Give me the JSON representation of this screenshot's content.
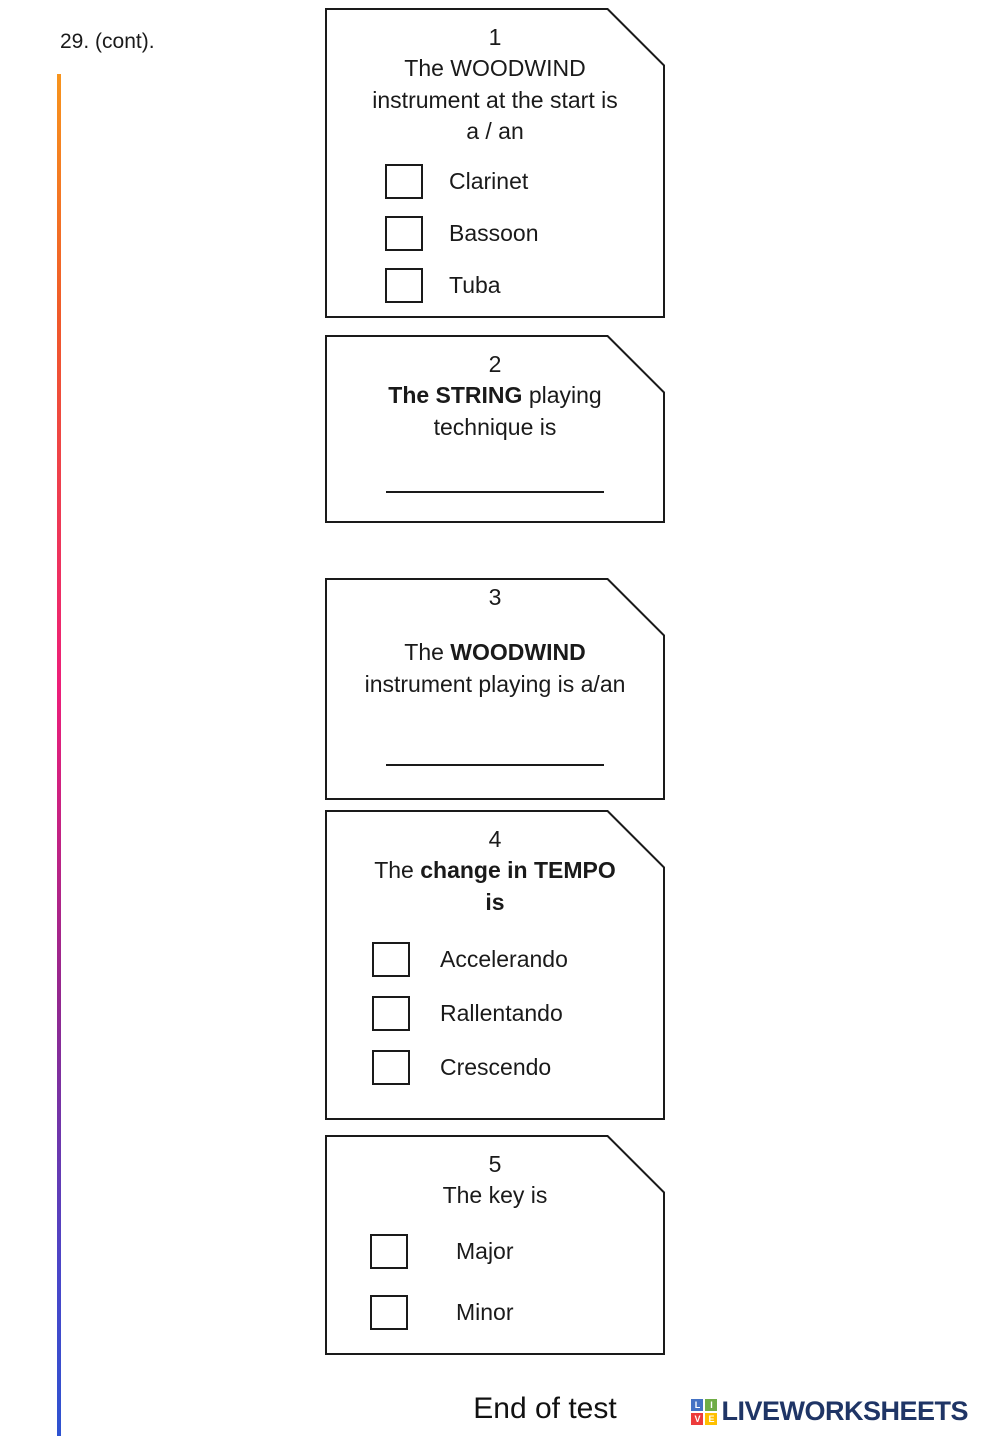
{
  "page": {
    "cont_label": "29. (cont).",
    "end_text": "End of test"
  },
  "cards": [
    {
      "number": "1",
      "prompt_pre": "The WOODWIND instrument at the start is a / an",
      "prompt_bold": "",
      "prompt_post": "",
      "options": [
        "Clarinet",
        "Bassoon",
        "Tuba"
      ]
    },
    {
      "number": "2",
      "prompt_pre": "",
      "prompt_bold": "The STRING",
      "prompt_post": " playing technique  is",
      "options": []
    },
    {
      "number": "3",
      "prompt_pre": "The ",
      "prompt_bold": "WOODWIND",
      "prompt_post": " instrument playing is a/an",
      "options": []
    },
    {
      "number": "4",
      "prompt_pre": "The ",
      "prompt_bold": "change in TEMPO is",
      "prompt_post": "",
      "options": [
        "Accelerando",
        "Rallentando",
        "Crescendo"
      ]
    },
    {
      "number": "5",
      "prompt_pre": "The key is",
      "prompt_bold": "",
      "prompt_post": "",
      "options": [
        "Major",
        "Minor"
      ]
    }
  ],
  "logo": {
    "text": "LIVEWORKSHEETS",
    "tiles": [
      {
        "letter": "L",
        "color": "#4472c4"
      },
      {
        "letter": "I",
        "color": "#70ad47"
      },
      {
        "letter": "V",
        "color": "#ed3b3b"
      },
      {
        "letter": "E",
        "color": "#ffc000"
      }
    ],
    "wordmark_color": "#1f3566"
  },
  "accents": {
    "rule_gradient_top": "#f7941d",
    "rule_gradient_mid": "#ed1e79",
    "rule_gradient_bottom": "#2e53d1",
    "card_border": "#1a1a1a"
  }
}
